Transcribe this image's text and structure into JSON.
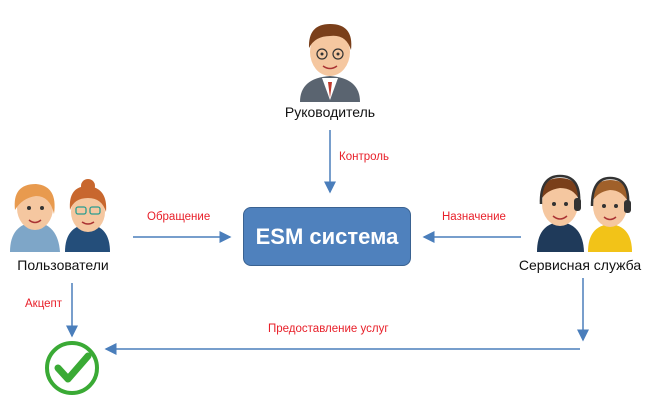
{
  "nodes": {
    "manager": "Руководитель",
    "users": "Пользователи",
    "service": "Сервисная служба",
    "system": "ESM система"
  },
  "edges": {
    "control": "Контроль",
    "request": "Обращение",
    "assignment": "Назначение",
    "accept": "Акцепт",
    "delivery": "Предоставление услуг"
  },
  "colors": {
    "box": "#4f81bd",
    "arrow": "#4a7ebb",
    "edge_label": "#e8202a",
    "check": "#3aaa35"
  }
}
